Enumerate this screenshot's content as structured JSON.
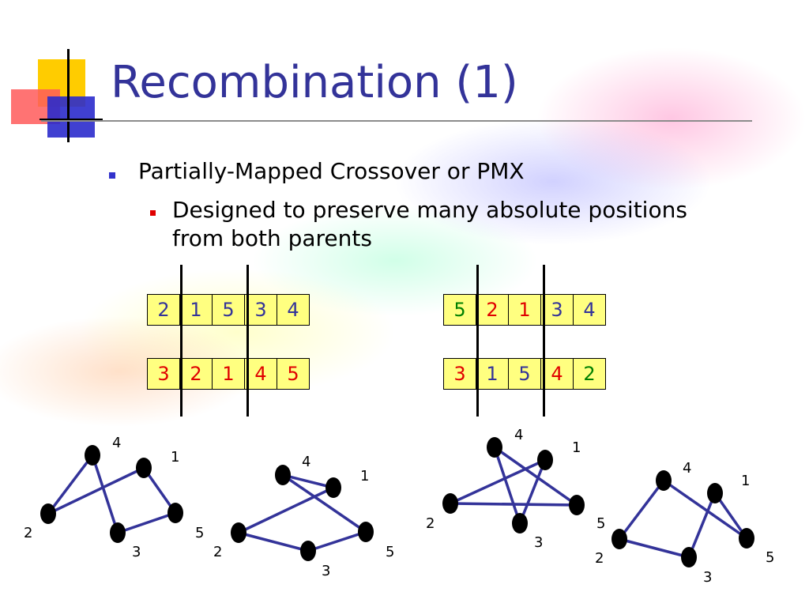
{
  "slide": {
    "title": "Recombination (1)",
    "bullet1": "Partially-Mapped Crossover or PMX",
    "bullet2": "Designed to preserve many absolute positions from both parents"
  },
  "colors": {
    "title": "#333399",
    "blue": "#333399",
    "red": "#e00000",
    "green": "#008000",
    "cell": "#ffff80"
  },
  "parents": {
    "p1": [
      {
        "v": "2",
        "c": "blue"
      },
      {
        "v": "1",
        "c": "blue"
      },
      {
        "v": "5",
        "c": "blue"
      },
      {
        "v": "3",
        "c": "blue"
      },
      {
        "v": "4",
        "c": "blue"
      }
    ],
    "p2": [
      {
        "v": "3",
        "c": "red"
      },
      {
        "v": "2",
        "c": "red"
      },
      {
        "v": "1",
        "c": "red"
      },
      {
        "v": "4",
        "c": "red"
      },
      {
        "v": "5",
        "c": "red"
      }
    ]
  },
  "offspring": {
    "o1": [
      {
        "v": "5",
        "c": "green"
      },
      {
        "v": "2",
        "c": "red"
      },
      {
        "v": "1",
        "c": "red"
      },
      {
        "v": "3",
        "c": "blue"
      },
      {
        "v": "4",
        "c": "blue"
      }
    ],
    "o2": [
      {
        "v": "3",
        "c": "red"
      },
      {
        "v": "1",
        "c": "blue"
      },
      {
        "v": "5",
        "c": "blue"
      },
      {
        "v": "4",
        "c": "red"
      },
      {
        "v": "2",
        "c": "green"
      }
    ]
  },
  "graph_labels": [
    "1",
    "2",
    "3",
    "4",
    "5"
  ]
}
